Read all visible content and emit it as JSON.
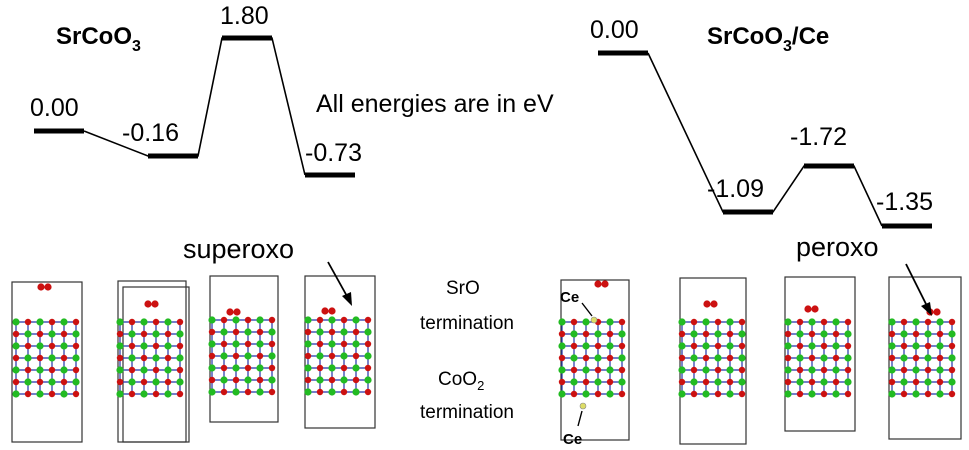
{
  "left": {
    "title_main": "SrCoO",
    "title_sub": "3",
    "levels": [
      "0.00",
      "-0.16",
      "1.80",
      "-0.73"
    ]
  },
  "right": {
    "title_main": "SrCoO",
    "title_sub": "3",
    "title_tail": "/Ce",
    "levels": [
      "0.00",
      "-1.09",
      "-1.72",
      "-1.35"
    ]
  },
  "note": "All energies are in eV",
  "annotations": {
    "superoxo": "superoxo",
    "peroxo": "peroxo",
    "sro_line1": "SrO",
    "sro_line2": "termination",
    "coo2_main": "CoO",
    "coo2_sub": "2",
    "coo2_line2": "termination",
    "ce_top": "Ce",
    "ce_bottom": "Ce"
  },
  "colors": {
    "oxygen": "#cc1111",
    "strontium": "#22bb22",
    "cobalt": "#2233aa",
    "cerium": "#dddd66",
    "frame": "#333333"
  }
}
